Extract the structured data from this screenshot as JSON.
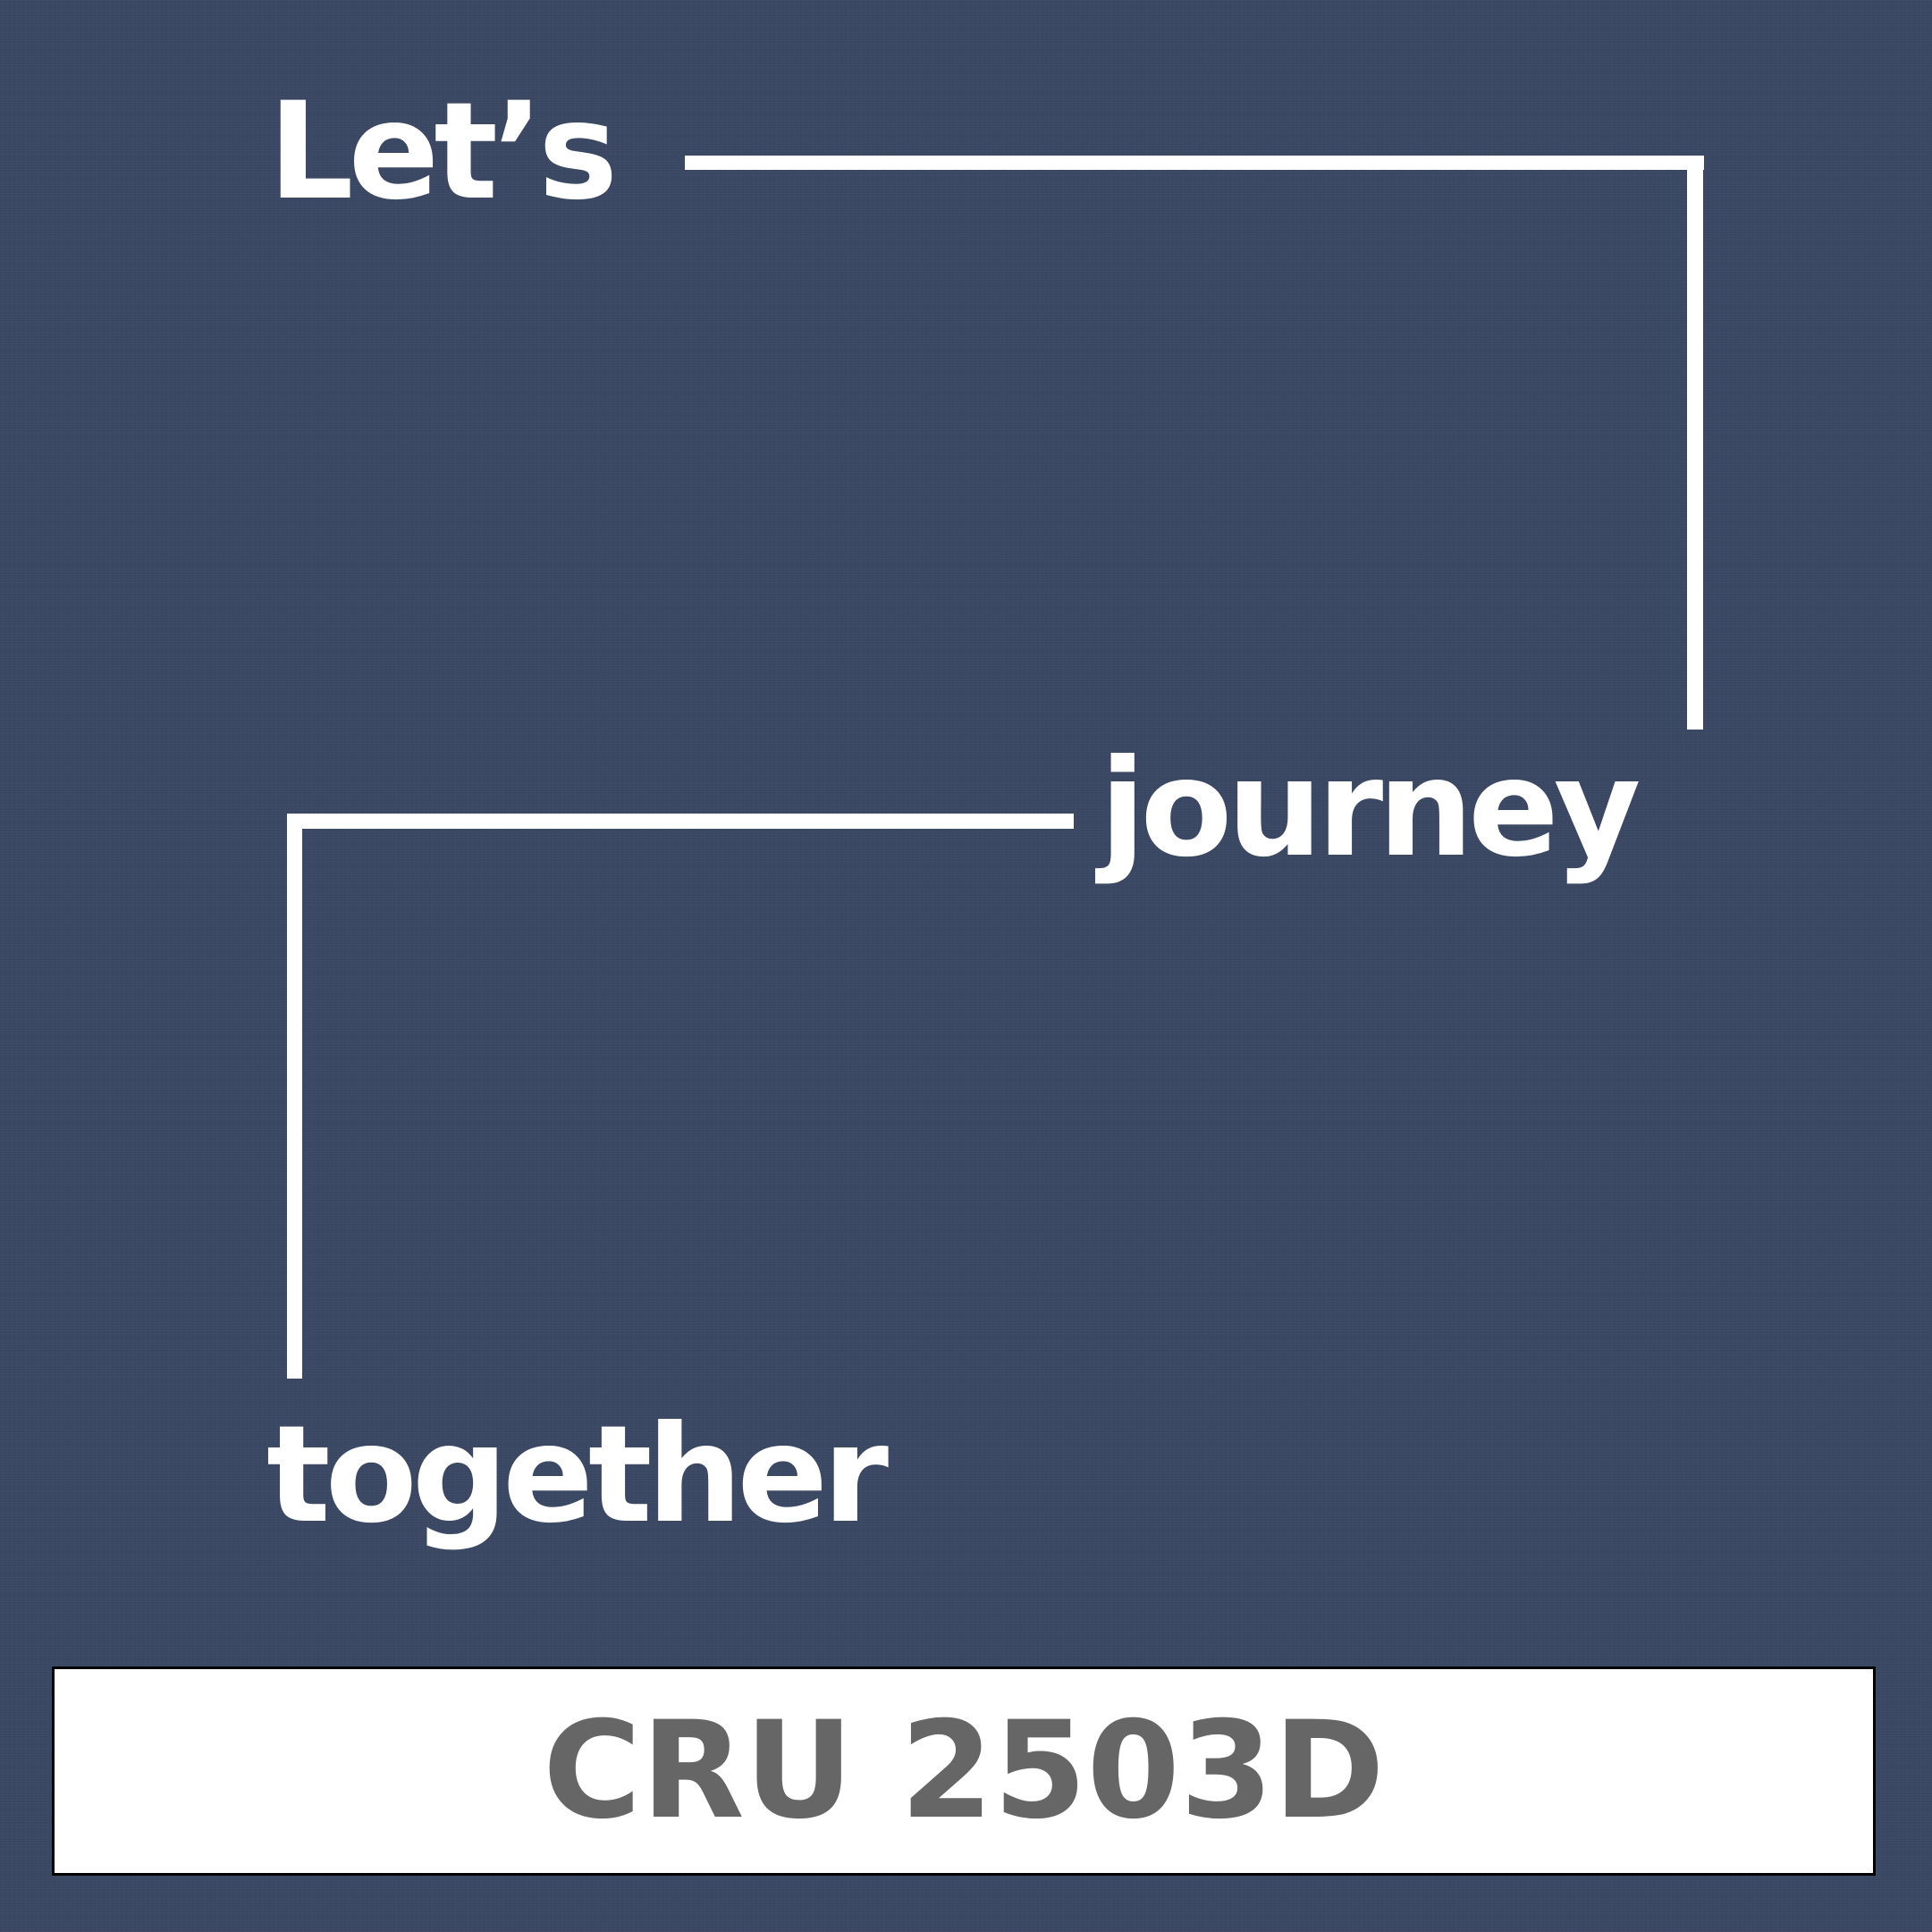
{
  "words": {
    "first": "Let’s",
    "second": "journey",
    "third": "together"
  },
  "label": {
    "code": "CRU 2503D"
  },
  "colors": {
    "background": "#3b4863",
    "text": "#ffffff",
    "label_text": "#666666",
    "label_background": "#ffffff"
  }
}
